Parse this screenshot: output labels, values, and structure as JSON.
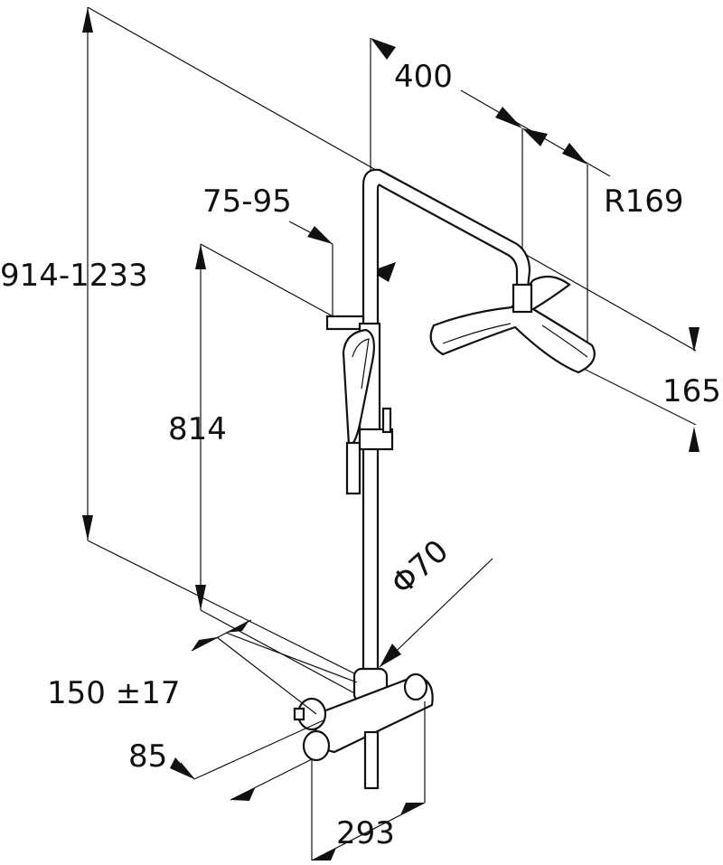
{
  "drawing": {
    "title": "Shower system dimension drawing",
    "dimensions": {
      "head_arm_length": "400",
      "head_radius": "R169",
      "handshower_offset": "75-95",
      "total_height": "914-1233",
      "rail_height": "814",
      "head_height": "165",
      "pipe_diameter": "Φ70",
      "inlet_spacing": "150 ±17",
      "wall_distance": "85",
      "mixer_width": "293"
    },
    "colors": {
      "line": "#111111",
      "background": "#ffffff"
    }
  }
}
